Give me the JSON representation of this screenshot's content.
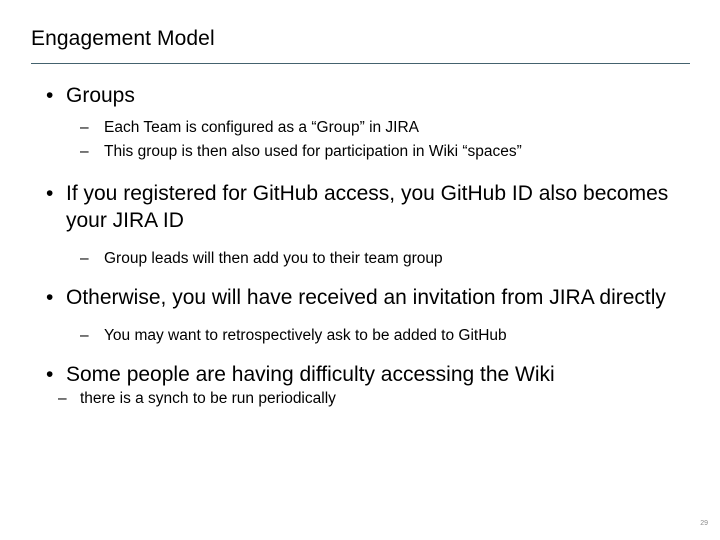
{
  "slide": {
    "title": "Engagement Model",
    "rule_color": "#44626e",
    "page_number": "29",
    "content": [
      {
        "level": 1,
        "marker": "•",
        "text": "Groups"
      },
      {
        "level": 2,
        "marker": "–",
        "text": "Each Team is configured as a “Group” in JIRA"
      },
      {
        "level": 2,
        "marker": "–",
        "text": "This group is then also used for participation in Wiki “spaces”"
      },
      {
        "level": 1,
        "marker": "•",
        "text": "If you registered for GitHub access, you GitHub ID also becomes your JIRA ID"
      },
      {
        "level": 2,
        "marker": "–",
        "text": "Group leads will then add you to their team group"
      },
      {
        "level": 1,
        "marker": "•",
        "text": "Otherwise, you will have received an invitation from JIRA directly"
      },
      {
        "level": 2,
        "marker": "–",
        "text": "You may want to retrospectively ask to be added to GitHub"
      },
      {
        "level": 1,
        "marker": "•",
        "text": "Some people are having difficulty accessing the Wiki"
      },
      {
        "level": 2,
        "marker": "–",
        "text": "there is a synch to be run periodically"
      }
    ]
  }
}
